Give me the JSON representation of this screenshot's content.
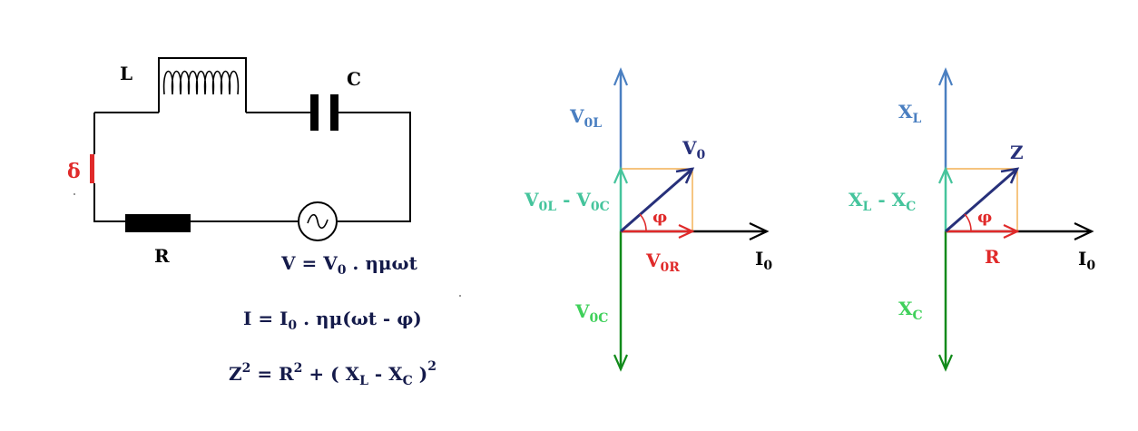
{
  "circuit": {
    "inductor_label": "L",
    "capacitor_label": "C",
    "switch_label": "δ",
    "resistor_label": "R",
    "voltage_eq": {
      "lhs": "V = V",
      "sub": "0",
      "rhs": " . ημωt"
    }
  },
  "formulas": {
    "current": {
      "lhs": "I = I",
      "sub": "0",
      "rhs": " . ημ(ωt - φ)"
    },
    "impedance": {
      "z": "Z",
      "z_sup": "2",
      "eq": " = R",
      "r_sup": "2",
      "open": " + ( X",
      "xl_sub": "L",
      "minus": " - X",
      "xc_sub": "C",
      "close": " )",
      "close_sup": "2"
    }
  },
  "voltage_phasor": {
    "v0l": {
      "main": "V",
      "sub": "0L"
    },
    "v0": {
      "main": "V",
      "sub": "0"
    },
    "diff": {
      "a": "V",
      "a_sub": "0L",
      "mid": " - V",
      "b_sub": "0C"
    },
    "phi": "φ",
    "v0r": {
      "main": "V",
      "sub": "0R"
    },
    "i0": {
      "main": "I",
      "sub": "0"
    },
    "v0c": {
      "main": "V",
      "sub": "0C"
    }
  },
  "impedance_phasor": {
    "xl": {
      "main": "X",
      "sub": "L"
    },
    "z": "Z",
    "diff": {
      "a": "X",
      "a_sub": "L",
      "mid": " - X",
      "b_sub": "C"
    },
    "phi": "φ",
    "r": "R",
    "i0": {
      "main": "I",
      "sub": "0"
    },
    "xc": {
      "main": "X",
      "sub": "C"
    }
  },
  "colors": {
    "black": "#000000",
    "blue": "#4a7fc1",
    "teal": "#45c49c",
    "green": "#118a1a",
    "navy": "#27307a",
    "red": "#e02a2a",
    "orange": "#f0a030",
    "light_green": "#3fd05a",
    "dark_text": "#141a4a"
  }
}
